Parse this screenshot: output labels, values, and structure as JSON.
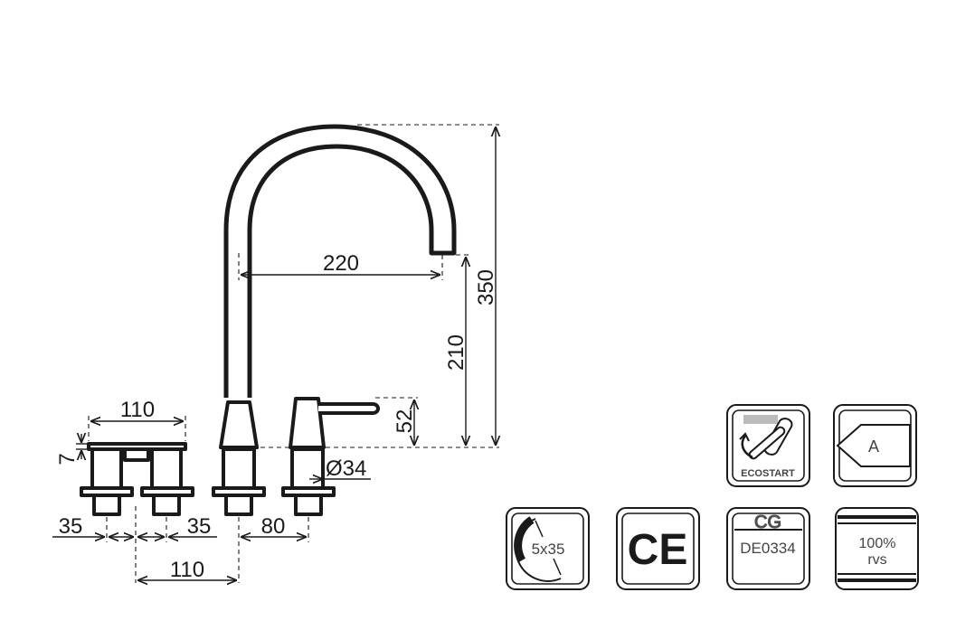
{
  "dimensions": {
    "spout_reach": "220",
    "total_height": "350",
    "spout_height": "210",
    "handle_height": "52",
    "diameter": "Ø34",
    "filter_width": "110",
    "filter_cap": "7",
    "filter_left": "35",
    "filter_right": "35",
    "handle_spacing": "80",
    "filter_spacing": "110"
  },
  "badges": {
    "ecostart_label": "ECOSTART",
    "energy_label": "A",
    "pressure_label": "5x35",
    "ce_label": "CE",
    "cert_mark": "CG",
    "cert_code": "DE0334",
    "material_percent": "100%",
    "material_name": "rvs"
  }
}
